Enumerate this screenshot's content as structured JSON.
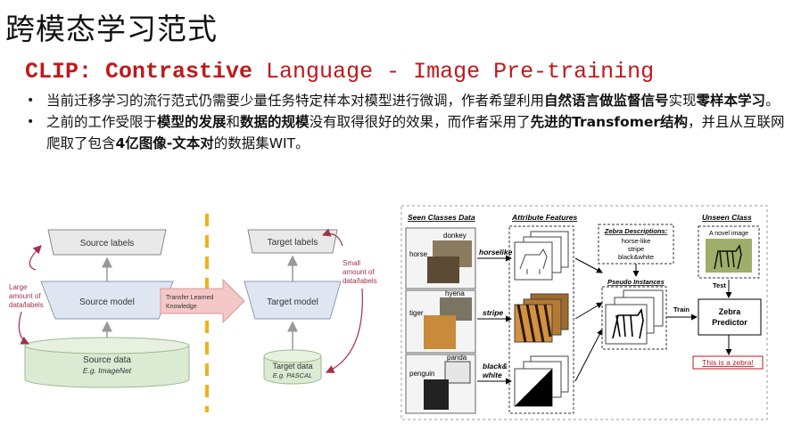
{
  "title": "跨模态学习范式",
  "subtitle": {
    "bold": "CLIP: Contrastive",
    "rest": " Language - Image Pre-training"
  },
  "bullets": [
    {
      "parts": [
        {
          "t": "当前迁移学习的流行范式仍需要少量任务特定样本对模型进行微调，作者希望利用",
          "b": false
        },
        {
          "t": "自然语言做监督信号",
          "b": true
        },
        {
          "t": "实现",
          "b": false
        },
        {
          "t": "零样本学习",
          "b": true
        },
        {
          "t": "。",
          "b": false
        }
      ]
    },
    {
      "parts": [
        {
          "t": "之前的工作受限于",
          "b": false
        },
        {
          "t": "模型的发展",
          "b": true
        },
        {
          "t": "和",
          "b": false
        },
        {
          "t": "数据的规模",
          "b": true
        },
        {
          "t": "没有取得很好的效果，而作者采用了",
          "b": false
        },
        {
          "t": "先进的Transfomer结构",
          "b": true
        },
        {
          "t": "，并且从互联网爬取了包含",
          "b": false
        },
        {
          "t": "4亿图像-文本对",
          "b": true
        },
        {
          "t": "的数据集WIT。",
          "b": false
        }
      ]
    }
  ],
  "transfer_diagram": {
    "source_labels": "Source labels",
    "source_model": "Source model",
    "source_data": "Source data",
    "source_data_sub": "E.g. ImageNet",
    "large_amount": [
      "Large",
      "amount of",
      "data/labels"
    ],
    "transfer": [
      "Transfer Learned",
      "Knowledge"
    ],
    "target_labels": "Target labels",
    "target_model": "Target model",
    "target_data": "Target data",
    "target_data_sub": "E.g. PASCAL",
    "small_amount": [
      "Small",
      "amount of",
      "data/labels"
    ]
  },
  "zsl_diagram": {
    "headers": {
      "seen": "Seen Classes Data",
      "attr": "Attribute Features",
      "zebra_desc": "Zebra Descriptions:",
      "unseen": "Unseen Class"
    },
    "zebra_desc_items": [
      "horse-like",
      "stripe",
      "black&white"
    ],
    "classes": [
      {
        "left": "horse",
        "top": "donkey",
        "attr": "horselike"
      },
      {
        "left": "tiger",
        "top": "hyena",
        "attr": "stripe"
      },
      {
        "left": "penguin",
        "top": "panda",
        "attr": "black&\nwhite"
      }
    ],
    "pseudo": "Pseudo Instances",
    "novel": "A novel image",
    "test": "Test",
    "train": "Train",
    "predictor": [
      "Zebra",
      "Predictor"
    ],
    "result": "This is a zebra!"
  }
}
